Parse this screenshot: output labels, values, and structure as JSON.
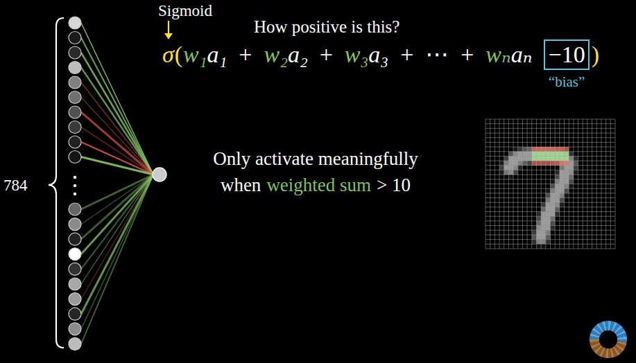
{
  "diagram": {
    "nodes": [
      {
        "text": [
          "−10"
        ]
      }
    ],
    "labels": [
      "Sigmoid",
      "How positive is this?",
      "σ",
      "(",
      "w₁",
      "a₁",
      "+",
      "w₂",
      "a₂",
      "+",
      "w₃",
      "a₃",
      "+",
      "⋯",
      "+",
      "wₙ",
      "aₙ",
      ")",
      "“bias”",
      "Only activate meaningfully",
      "when",
      "weighted sum",
      "> 10",
      "784"
    ]
  }
}
